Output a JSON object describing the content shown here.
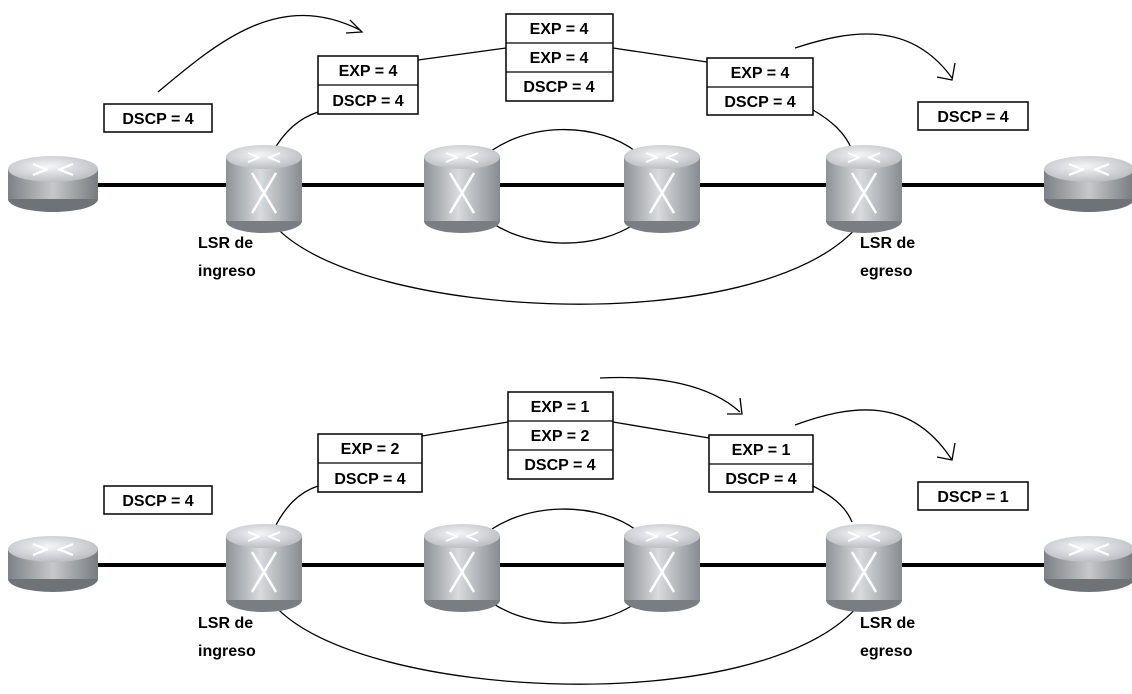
{
  "colors": {
    "line": "#000000",
    "router_body": "#b9bcc0",
    "router_dark": "#8e9296",
    "router_light": "#e6e7e9",
    "background": "#ffffff"
  },
  "icons": {
    "router": "router-icon",
    "lsr": "label-switch-router-icon",
    "arrow": "curved-arrow-icon"
  },
  "scenarios": [
    {
      "boxes": {
        "ingress_dscp": [
          "DSCP = 4"
        ],
        "lsr_ingress": [
          "EXP = 4",
          "DSCP = 4"
        ],
        "core": [
          "EXP = 4",
          "EXP = 4",
          "DSCP = 4"
        ],
        "lsr_egress": [
          "EXP = 4",
          "DSCP = 4"
        ],
        "egress_dscp": [
          "DSCP = 4"
        ]
      },
      "ingress_label": [
        "LSR de",
        "ingreso"
      ],
      "egress_label": [
        "LSR de",
        "egreso"
      ]
    },
    {
      "boxes": {
        "ingress_dscp": [
          "DSCP = 4"
        ],
        "lsr_ingress": [
          "EXP = 2",
          "DSCP = 4"
        ],
        "core": [
          "EXP = 1",
          "EXP = 2",
          "DSCP = 4"
        ],
        "lsr_egress": [
          "EXP = 1",
          "DSCP = 4"
        ],
        "egress_dscp": [
          "DSCP = 1"
        ]
      },
      "ingress_label": [
        "LSR de",
        "ingreso"
      ],
      "egress_label": [
        "LSR de",
        "egreso"
      ]
    }
  ]
}
